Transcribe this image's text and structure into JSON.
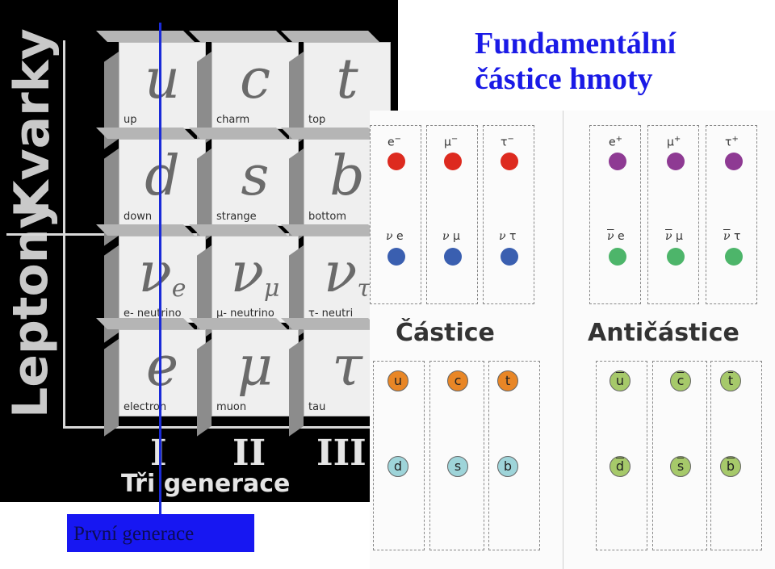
{
  "title": {
    "line1": "Fundamentální",
    "line2": "částice hmoty"
  },
  "cube": {
    "rows": {
      "quarks": "Kvarky",
      "leptons": "Leptony"
    },
    "cells": [
      {
        "symbol": "u",
        "sub": "",
        "name": "up"
      },
      {
        "symbol": "c",
        "sub": "",
        "name": "charm"
      },
      {
        "symbol": "t",
        "sub": "",
        "name": "top"
      },
      {
        "symbol": "d",
        "sub": "",
        "name": "down"
      },
      {
        "symbol": "s",
        "sub": "",
        "name": "strange"
      },
      {
        "symbol": "b",
        "sub": "",
        "name": "bottom"
      },
      {
        "symbol": "ν",
        "sub": "e",
        "name": "e- neutrino"
      },
      {
        "symbol": "ν",
        "sub": "μ",
        "name": "μ- neutrino"
      },
      {
        "symbol": "ν",
        "sub": "τ",
        "name": "τ- neutri"
      },
      {
        "symbol": "e",
        "sub": "",
        "name": "electron"
      },
      {
        "symbol": "μ",
        "sub": "",
        "name": "muon"
      },
      {
        "symbol": "τ",
        "sub": "",
        "name": "tau"
      }
    ],
    "generations": [
      "I",
      "II",
      "III"
    ],
    "generations_label": "Tři generace",
    "highlight_label": "První generace"
  },
  "panel": {
    "particles_title": "Částice",
    "antiparticles_title": "Antičástice",
    "lepton_labels": [
      "e",
      "μ",
      "τ"
    ],
    "charged_lepton_sign": "−",
    "anti_lepton_sign": "+",
    "neutrino_symbol": "ν",
    "neutrino_subs": [
      "e",
      "μ",
      "τ"
    ],
    "quarks_top": [
      "u",
      "c",
      "t"
    ],
    "quarks_bottom": [
      "d",
      "s",
      "b"
    ],
    "colors": {
      "charged_lepton": "#dd2a1f",
      "neutrino": "#3a5fb0",
      "anti_charged_lepton": "#8e3a93",
      "anti_neutrino": "#4db56a",
      "up_quark": "#e88626",
      "down_quark": "#9ed4d9",
      "antiquark": "#a6c96a",
      "cube_background": "#000000",
      "highlight": "#1717f2",
      "title": "#1a1ae6"
    }
  }
}
